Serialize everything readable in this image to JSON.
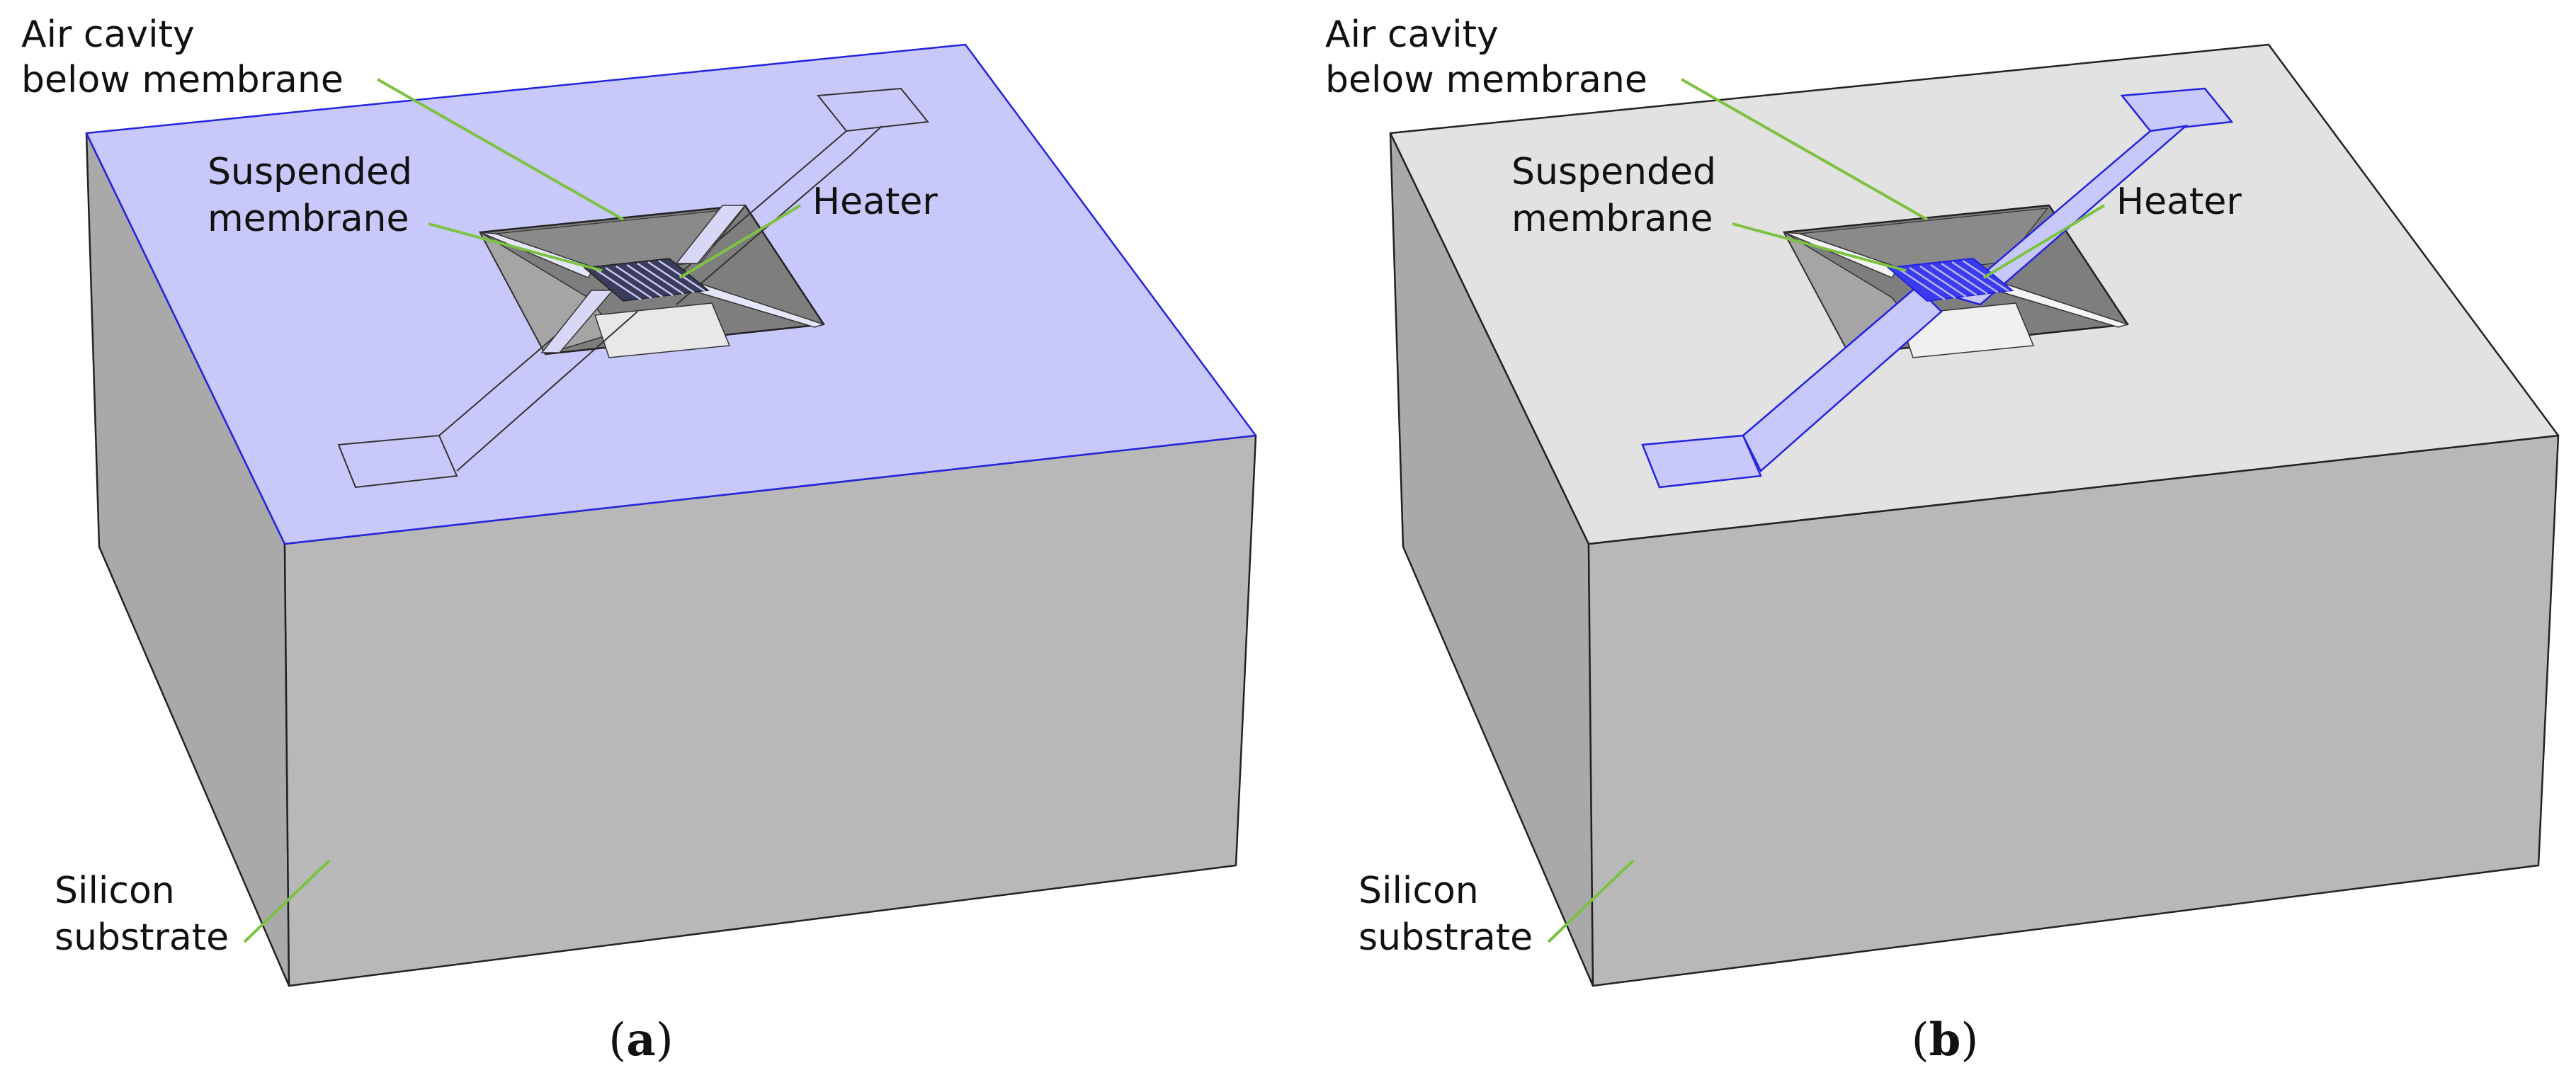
{
  "colors": {
    "highlight": "#c8c8fa",
    "highlight_edge": "#2323e0",
    "top_face": "#e2e2e2",
    "side_face": "#b8b8b8",
    "cavity_dark": "#7e7e7e",
    "cavity_mid": "#a5a5a5",
    "cavity_light": "#e8e8e8",
    "leader": "#7cc242"
  },
  "panels": [
    {
      "caption_open": "(",
      "caption_letter": "a",
      "caption_close": ")",
      "highlighted": "substrate-top",
      "labels": {
        "air_cavity_line1": "Air cavity",
        "air_cavity_line2": "below membrane",
        "suspended_line1": "Suspended",
        "suspended_line2": "membrane",
        "heater": "Heater",
        "silicon_line1": "Silicon",
        "silicon_line2": "substrate"
      }
    },
    {
      "caption_open": "(",
      "caption_letter": "b",
      "caption_close": ")",
      "highlighted": "heater",
      "labels": {
        "air_cavity_line1": "Air cavity",
        "air_cavity_line2": "below membrane",
        "suspended_line1": "Suspended",
        "suspended_line2": "membrane",
        "heater": "Heater",
        "silicon_line1": "Silicon",
        "silicon_line2": "substrate"
      }
    }
  ]
}
